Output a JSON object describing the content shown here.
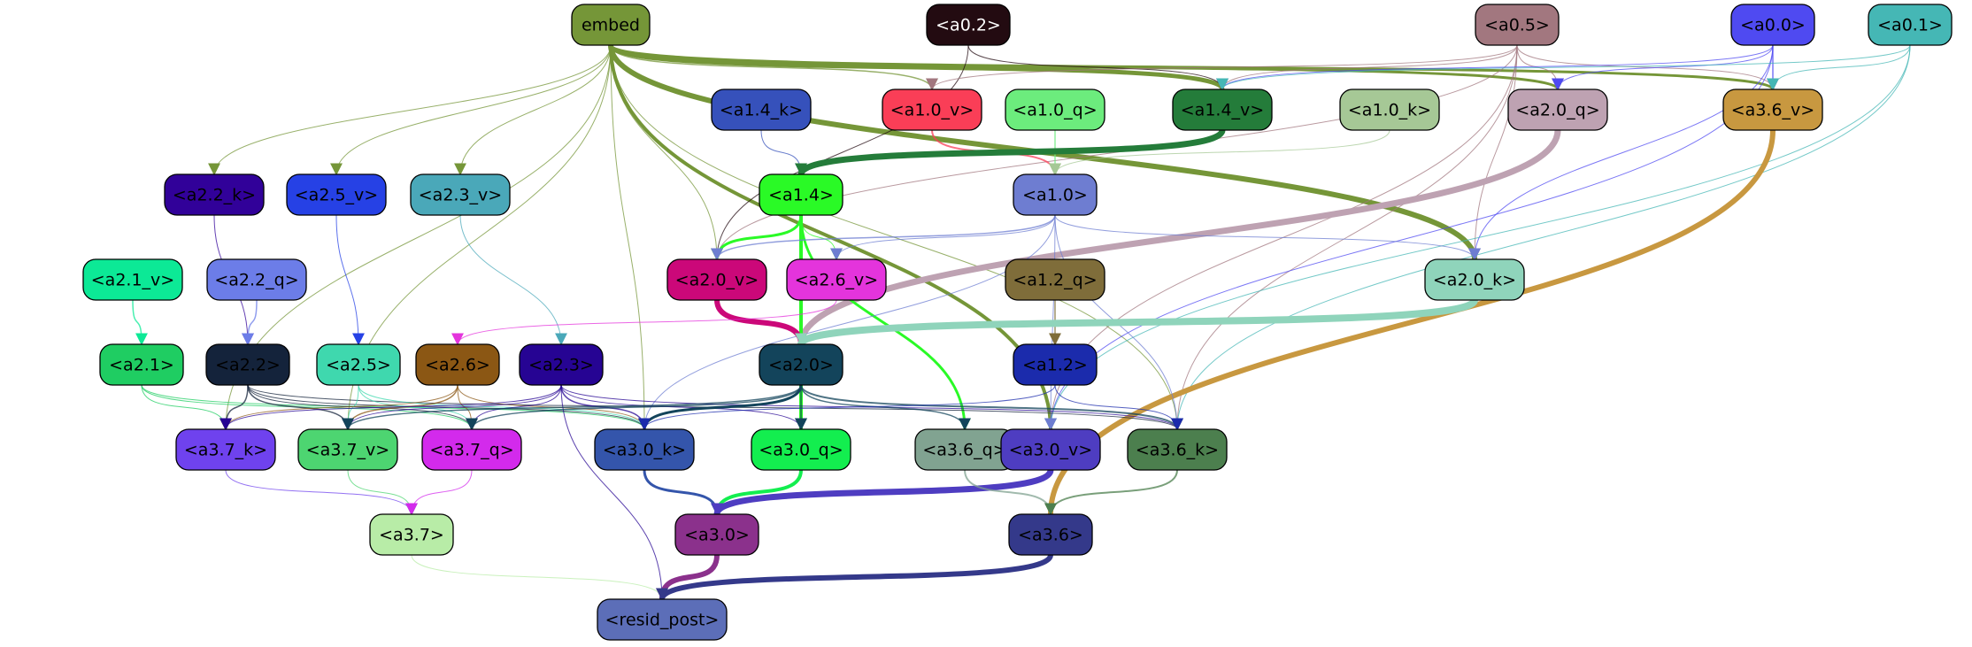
{
  "nodes": [
    {
      "id": "embed",
      "label": "embed",
      "fill": "#759638",
      "text": "#000000"
    },
    {
      "id": "a0.2",
      "label": "<a0.2>",
      "fill": "#230b11",
      "text": "#ffffff"
    },
    {
      "id": "a0.5",
      "label": "<a0.5>",
      "fill": "#a2777f",
      "text": "#000000"
    },
    {
      "id": "a0.0",
      "label": "<a0.0>",
      "fill": "#4f4af1",
      "text": "#000000"
    },
    {
      "id": "a0.1",
      "label": "<a0.1>",
      "fill": "#45b7b5",
      "text": "#000000"
    },
    {
      "id": "a1.4_k",
      "label": "<a1.4_k>",
      "fill": "#3651bb",
      "text": "#000000"
    },
    {
      "id": "a1.0_v",
      "label": "<a1.0_v>",
      "fill": "#fa3e57",
      "text": "#000000"
    },
    {
      "id": "a1.0_q",
      "label": "<a1.0_q>",
      "fill": "#6cec7d",
      "text": "#000000"
    },
    {
      "id": "a1.4_v",
      "label": "<a1.4_v>",
      "fill": "#247c3a",
      "text": "#000000"
    },
    {
      "id": "a1.0_k",
      "label": "<a1.0_k>",
      "fill": "#a6c896",
      "text": "#000000"
    },
    {
      "id": "a2.0_q",
      "label": "<a2.0_q>",
      "fill": "#bea2b2",
      "text": "#000000"
    },
    {
      "id": "a3.6_v",
      "label": "<a3.6_v>",
      "fill": "#c89840",
      "text": "#000000"
    },
    {
      "id": "a2.2_k",
      "label": "<a2.2_k>",
      "fill": "#310199",
      "text": "#000000"
    },
    {
      "id": "a2.5_v",
      "label": "<a2.5_v>",
      "fill": "#2641e5",
      "text": "#000000"
    },
    {
      "id": "a2.3_v",
      "label": "<a2.3_v>",
      "fill": "#4aa8b9",
      "text": "#000000"
    },
    {
      "id": "a1.4",
      "label": "<a1.4>",
      "fill": "#2afa26",
      "text": "#000000"
    },
    {
      "id": "a1.0",
      "label": "<a1.0>",
      "fill": "#6e7dd1",
      "text": "#000000"
    },
    {
      "id": "a2.1_v",
      "label": "<a2.1_v>",
      "fill": "#0ce996",
      "text": "#000000"
    },
    {
      "id": "a2.2_q",
      "label": "<a2.2_q>",
      "fill": "#6c7de8",
      "text": "#000000"
    },
    {
      "id": "a2.0_v",
      "label": "<a2.0_v>",
      "fill": "#cb0879",
      "text": "#000000"
    },
    {
      "id": "a2.6_v",
      "label": "<a2.6_v>",
      "fill": "#e434dc",
      "text": "#000000"
    },
    {
      "id": "a1.2_q",
      "label": "<a1.2_q>",
      "fill": "#7f6d3a",
      "text": "#000000"
    },
    {
      "id": "a2.0_k",
      "label": "<a2.0_k>",
      "fill": "#8fd4bb",
      "text": "#000000"
    },
    {
      "id": "a2.1",
      "label": "<a2.1>",
      "fill": "#1fcd62",
      "text": "#000000"
    },
    {
      "id": "a2.2",
      "label": "<a2.2>",
      "fill": "#14233b",
      "text": "#000000"
    },
    {
      "id": "a2.5",
      "label": "<a2.5>",
      "fill": "#3fd8ae",
      "text": "#000000"
    },
    {
      "id": "a2.6",
      "label": "<a2.6>",
      "fill": "#8b5714",
      "text": "#000000"
    },
    {
      "id": "a2.3",
      "label": "<a2.3>",
      "fill": "#260493",
      "text": "#000000"
    },
    {
      "id": "a2.0",
      "label": "<a2.0>",
      "fill": "#13445b",
      "text": "#000000"
    },
    {
      "id": "a1.2",
      "label": "<a1.2>",
      "fill": "#1b2bac",
      "text": "#000000"
    },
    {
      "id": "a3.7_k",
      "label": "<a3.7_k>",
      "fill": "#6f42ee",
      "text": "#000000"
    },
    {
      "id": "a3.7_v",
      "label": "<a3.7_v>",
      "fill": "#4dd571",
      "text": "#000000"
    },
    {
      "id": "a3.7_q",
      "label": "<a3.7_q>",
      "fill": "#d32aec",
      "text": "#000000"
    },
    {
      "id": "a3.0_k",
      "label": "<a3.0_k>",
      "fill": "#3455ab",
      "text": "#000000"
    },
    {
      "id": "a3.0_q",
      "label": "<a3.0_q>",
      "fill": "#13ee4f",
      "text": "#000000"
    },
    {
      "id": "a3.6_q",
      "label": "<a3.6_q>",
      "fill": "#81a391",
      "text": "#000000"
    },
    {
      "id": "a3.0_v",
      "label": "<a3.0_v>",
      "fill": "#4e3dc1",
      "text": "#000000"
    },
    {
      "id": "a3.6_k",
      "label": "<a3.6_k>",
      "fill": "#4c7f4e",
      "text": "#000000"
    },
    {
      "id": "a3.7",
      "label": "<a3.7>",
      "fill": "#b8eca7",
      "text": "#000000"
    },
    {
      "id": "a3.0",
      "label": "<a3.0>",
      "fill": "#8b318c",
      "text": "#000000"
    },
    {
      "id": "a3.6",
      "label": "<a3.6>",
      "fill": "#34398a",
      "text": "#000000"
    },
    {
      "id": "resid_post",
      "label": "<resid_post>",
      "fill": "#5c6eb8",
      "text": "#000000"
    }
  ],
  "edges": [
    {
      "from": "embed",
      "to": "a1.4_v",
      "color": "#759638",
      "w": 5
    },
    {
      "from": "embed",
      "to": "a2.0_k",
      "color": "#759638",
      "w": 6
    },
    {
      "from": "embed",
      "to": "a3.0_v",
      "color": "#759638",
      "w": 4
    },
    {
      "from": "embed",
      "to": "a2.0_q",
      "color": "#759638",
      "w": 3
    },
    {
      "from": "embed",
      "to": "a3.6_v",
      "color": "#759638",
      "w": 3
    },
    {
      "from": "embed",
      "to": "a1.0_v",
      "color": "#759638",
      "w": 1.5
    },
    {
      "from": "embed",
      "to": "a2.2_k",
      "color": "#759638",
      "w": 1
    },
    {
      "from": "embed",
      "to": "a2.5_v",
      "color": "#759638",
      "w": 1
    },
    {
      "from": "embed",
      "to": "a2.3_v",
      "color": "#759638",
      "w": 1
    },
    {
      "from": "embed",
      "to": "a2.0_v",
      "color": "#759638",
      "w": 1
    },
    {
      "from": "embed",
      "to": "a3.7_k",
      "color": "#759638",
      "w": 1
    },
    {
      "from": "embed",
      "to": "a3.7_v",
      "color": "#759638",
      "w": 1
    },
    {
      "from": "embed",
      "to": "a3.0_k",
      "color": "#759638",
      "w": 1
    },
    {
      "from": "embed",
      "to": "a3.6_k",
      "color": "#759638",
      "w": 1
    },
    {
      "from": "a0.2",
      "to": "a1.4_v",
      "color": "#230b11",
      "w": 1
    },
    {
      "from": "a0.2",
      "to": "a2.0_v",
      "color": "#230b11",
      "w": 1
    },
    {
      "from": "a0.5",
      "to": "a1.4_v",
      "color": "#a2777f",
      "w": 1
    },
    {
      "from": "a0.5",
      "to": "a2.0_q",
      "color": "#a2777f",
      "w": 1
    },
    {
      "from": "a0.5",
      "to": "a2.0_k",
      "color": "#a2777f",
      "w": 1
    },
    {
      "from": "a0.5",
      "to": "a3.6_v",
      "color": "#a2777f",
      "w": 1
    },
    {
      "from": "a0.5",
      "to": "a1.0_v",
      "color": "#a2777f",
      "w": 1
    },
    {
      "from": "a0.5",
      "to": "a2.0_v",
      "color": "#a2777f",
      "w": 1
    },
    {
      "from": "a0.5",
      "to": "a3.6_k",
      "color": "#a2777f",
      "w": 1
    },
    {
      "from": "a0.5",
      "to": "a3.0_v",
      "color": "#a2777f",
      "w": 1
    },
    {
      "from": "a0.0",
      "to": "a1.4_v",
      "color": "#4f4af1",
      "w": 1
    },
    {
      "from": "a0.0",
      "to": "a2.0_q",
      "color": "#4f4af1",
      "w": 1
    },
    {
      "from": "a0.0",
      "to": "a3.6_v",
      "color": "#4f4af1",
      "w": 1.5
    },
    {
      "from": "a0.0",
      "to": "a2.0_k",
      "color": "#4f4af1",
      "w": 1
    },
    {
      "from": "a0.0",
      "to": "a3.0_v",
      "color": "#4f4af1",
      "w": 1
    },
    {
      "from": "a0.1",
      "to": "a3.6_v",
      "color": "#45b7b5",
      "w": 1
    },
    {
      "from": "a0.1",
      "to": "a1.4_v",
      "color": "#45b7b5",
      "w": 1
    },
    {
      "from": "a0.1",
      "to": "a3.6_k",
      "color": "#45b7b5",
      "w": 1
    },
    {
      "from": "a0.1",
      "to": "a3.0_v",
      "color": "#45b7b5",
      "w": 1
    },
    {
      "from": "a1.4_k",
      "to": "a1.4",
      "color": "#3651bb",
      "w": 1
    },
    {
      "from": "a1.0_v",
      "to": "a1.0",
      "color": "#fa3e57",
      "w": 2
    },
    {
      "from": "a1.0_q",
      "to": "a1.0",
      "color": "#6cec7d",
      "w": 1.5
    },
    {
      "from": "a1.4_v",
      "to": "a1.4",
      "color": "#247c3a",
      "w": 7
    },
    {
      "from": "a1.0_k",
      "to": "a1.0",
      "color": "#a6c896",
      "w": 1
    },
    {
      "from": "a2.0_q",
      "to": "a2.0",
      "color": "#bea2b2",
      "w": 7
    },
    {
      "from": "a3.6_v",
      "to": "a3.6",
      "color": "#c89840",
      "w": 6
    },
    {
      "from": "a2.2_k",
      "to": "a2.2",
      "color": "#310199",
      "w": 1
    },
    {
      "from": "a2.5_v",
      "to": "a2.5",
      "color": "#2641e5",
      "w": 1
    },
    {
      "from": "a2.3_v",
      "to": "a2.3",
      "color": "#4aa8b9",
      "w": 1
    },
    {
      "from": "a1.4",
      "to": "a2.0_v",
      "color": "#2afa26",
      "w": 3
    },
    {
      "from": "a1.4",
      "to": "a3.0_q",
      "color": "#2afa26",
      "w": 4
    },
    {
      "from": "a1.4",
      "to": "a3.6_q",
      "color": "#2afa26",
      "w": 3
    },
    {
      "from": "a1.4",
      "to": "a2.6_v",
      "color": "#2afa26",
      "w": 1
    },
    {
      "from": "a1.0",
      "to": "a2.0_v",
      "color": "#6e7dd1",
      "w": 1.5
    },
    {
      "from": "a1.0",
      "to": "a2.6_v",
      "color": "#6e7dd1",
      "w": 1
    },
    {
      "from": "a1.0",
      "to": "a2.0_k",
      "color": "#6e7dd1",
      "w": 1
    },
    {
      "from": "a1.0",
      "to": "a3.0_v",
      "color": "#6e7dd1",
      "w": 1
    },
    {
      "from": "a1.0",
      "to": "a3.6_k",
      "color": "#6e7dd1",
      "w": 1
    },
    {
      "from": "a1.0",
      "to": "a3.0_k",
      "color": "#6e7dd1",
      "w": 1
    },
    {
      "from": "a2.1_v",
      "to": "a2.1",
      "color": "#0ce996",
      "w": 1.5
    },
    {
      "from": "a2.2_q",
      "to": "a2.2",
      "color": "#6c7de8",
      "w": 1.5
    },
    {
      "from": "a2.0_v",
      "to": "a2.0",
      "color": "#cb0879",
      "w": 6
    },
    {
      "from": "a2.6_v",
      "to": "a2.6",
      "color": "#e434dc",
      "w": 1
    },
    {
      "from": "a1.2_q",
      "to": "a1.2",
      "color": "#7f6d3a",
      "w": 1.5
    },
    {
      "from": "a2.0_k",
      "to": "a2.0",
      "color": "#8fd4bb",
      "w": 8
    },
    {
      "from": "a2.1",
      "to": "a3.7_k",
      "color": "#1fcd62",
      "w": 1
    },
    {
      "from": "a2.1",
      "to": "a3.7_q",
      "color": "#1fcd62",
      "w": 1
    },
    {
      "from": "a2.1",
      "to": "a3.0_k",
      "color": "#1fcd62",
      "w": 1
    },
    {
      "from": "a2.2",
      "to": "a3.7_k",
      "color": "#14233b",
      "w": 1.5
    },
    {
      "from": "a2.2",
      "to": "a3.7_v",
      "color": "#14233b",
      "w": 1.5
    },
    {
      "from": "a2.2",
      "to": "a3.7_q",
      "color": "#14233b",
      "w": 1
    },
    {
      "from": "a2.2",
      "to": "a3.0_k",
      "color": "#14233b",
      "w": 1
    },
    {
      "from": "a2.2",
      "to": "a3.6_k",
      "color": "#14233b",
      "w": 1
    },
    {
      "from": "a2.5",
      "to": "a3.7_v",
      "color": "#3fd8ae",
      "w": 1
    },
    {
      "from": "a2.5",
      "to": "a3.7_q",
      "color": "#3fd8ae",
      "w": 1
    },
    {
      "from": "a2.5",
      "to": "a3.0_k",
      "color": "#3fd8ae",
      "w": 1
    },
    {
      "from": "a2.6",
      "to": "a3.7_k",
      "color": "#8b5714",
      "w": 1
    },
    {
      "from": "a2.6",
      "to": "a3.7_v",
      "color": "#8b5714",
      "w": 1.5
    },
    {
      "from": "a2.6",
      "to": "a3.7_q",
      "color": "#8b5714",
      "w": 1
    },
    {
      "from": "a2.6",
      "to": "a3.0_k",
      "color": "#8b5714",
      "w": 1
    },
    {
      "from": "a2.3",
      "to": "a3.7_k",
      "color": "#260493",
      "w": 1
    },
    {
      "from": "a2.3",
      "to": "a3.7_v",
      "color": "#260493",
      "w": 1
    },
    {
      "from": "a2.3",
      "to": "a3.7_q",
      "color": "#260493",
      "w": 1
    },
    {
      "from": "a2.3",
      "to": "a3.0_k",
      "color": "#260493",
      "w": 1.5
    },
    {
      "from": "a2.3",
      "to": "a3.0_q",
      "color": "#260493",
      "w": 1
    },
    {
      "from": "a2.3",
      "to": "a3.6_k",
      "color": "#260493",
      "w": 1
    },
    {
      "from": "a2.3",
      "to": "resid_post",
      "color": "#260493",
      "w": 1
    },
    {
      "from": "a2.0",
      "to": "a3.0_k",
      "color": "#13445b",
      "w": 3
    },
    {
      "from": "a2.0",
      "to": "a3.0_q",
      "color": "#13445b",
      "w": 1.5
    },
    {
      "from": "a2.0",
      "to": "a3.6_q",
      "color": "#13445b",
      "w": 1.5
    },
    {
      "from": "a2.0",
      "to": "a3.6_k",
      "color": "#13445b",
      "w": 2
    },
    {
      "from": "a2.0",
      "to": "a3.7_v",
      "color": "#13445b",
      "w": 1.5
    },
    {
      "from": "a2.0",
      "to": "a3.7_q",
      "color": "#13445b",
      "w": 1.5
    },
    {
      "from": "a1.2",
      "to": "a3.6_k",
      "color": "#1b2bac",
      "w": 1
    },
    {
      "from": "a1.2",
      "to": "a3.0_k",
      "color": "#1b2bac",
      "w": 1
    },
    {
      "from": "a3.7_k",
      "to": "a3.7",
      "color": "#6f42ee",
      "w": 1
    },
    {
      "from": "a3.7_v",
      "to": "a3.7",
      "color": "#4dd571",
      "w": 1
    },
    {
      "from": "a3.7_q",
      "to": "a3.7",
      "color": "#d32aec",
      "w": 1
    },
    {
      "from": "a3.0_k",
      "to": "a3.0",
      "color": "#3455ab",
      "w": 3
    },
    {
      "from": "a3.0_q",
      "to": "a3.0",
      "color": "#13ee4f",
      "w": 4
    },
    {
      "from": "a3.0_v",
      "to": "a3.0",
      "color": "#4e3dc1",
      "w": 7
    },
    {
      "from": "a3.6_q",
      "to": "a3.6",
      "color": "#81a391",
      "w": 2
    },
    {
      "from": "a3.6_k",
      "to": "a3.6",
      "color": "#4c7f4e",
      "w": 2
    },
    {
      "from": "a3.7",
      "to": "resid_post",
      "color": "#b8eca7",
      "w": 1
    },
    {
      "from": "a3.0",
      "to": "resid_post",
      "color": "#8b318c",
      "w": 6
    },
    {
      "from": "a3.6",
      "to": "resid_post",
      "color": "#34398a",
      "w": 6
    }
  ]
}
